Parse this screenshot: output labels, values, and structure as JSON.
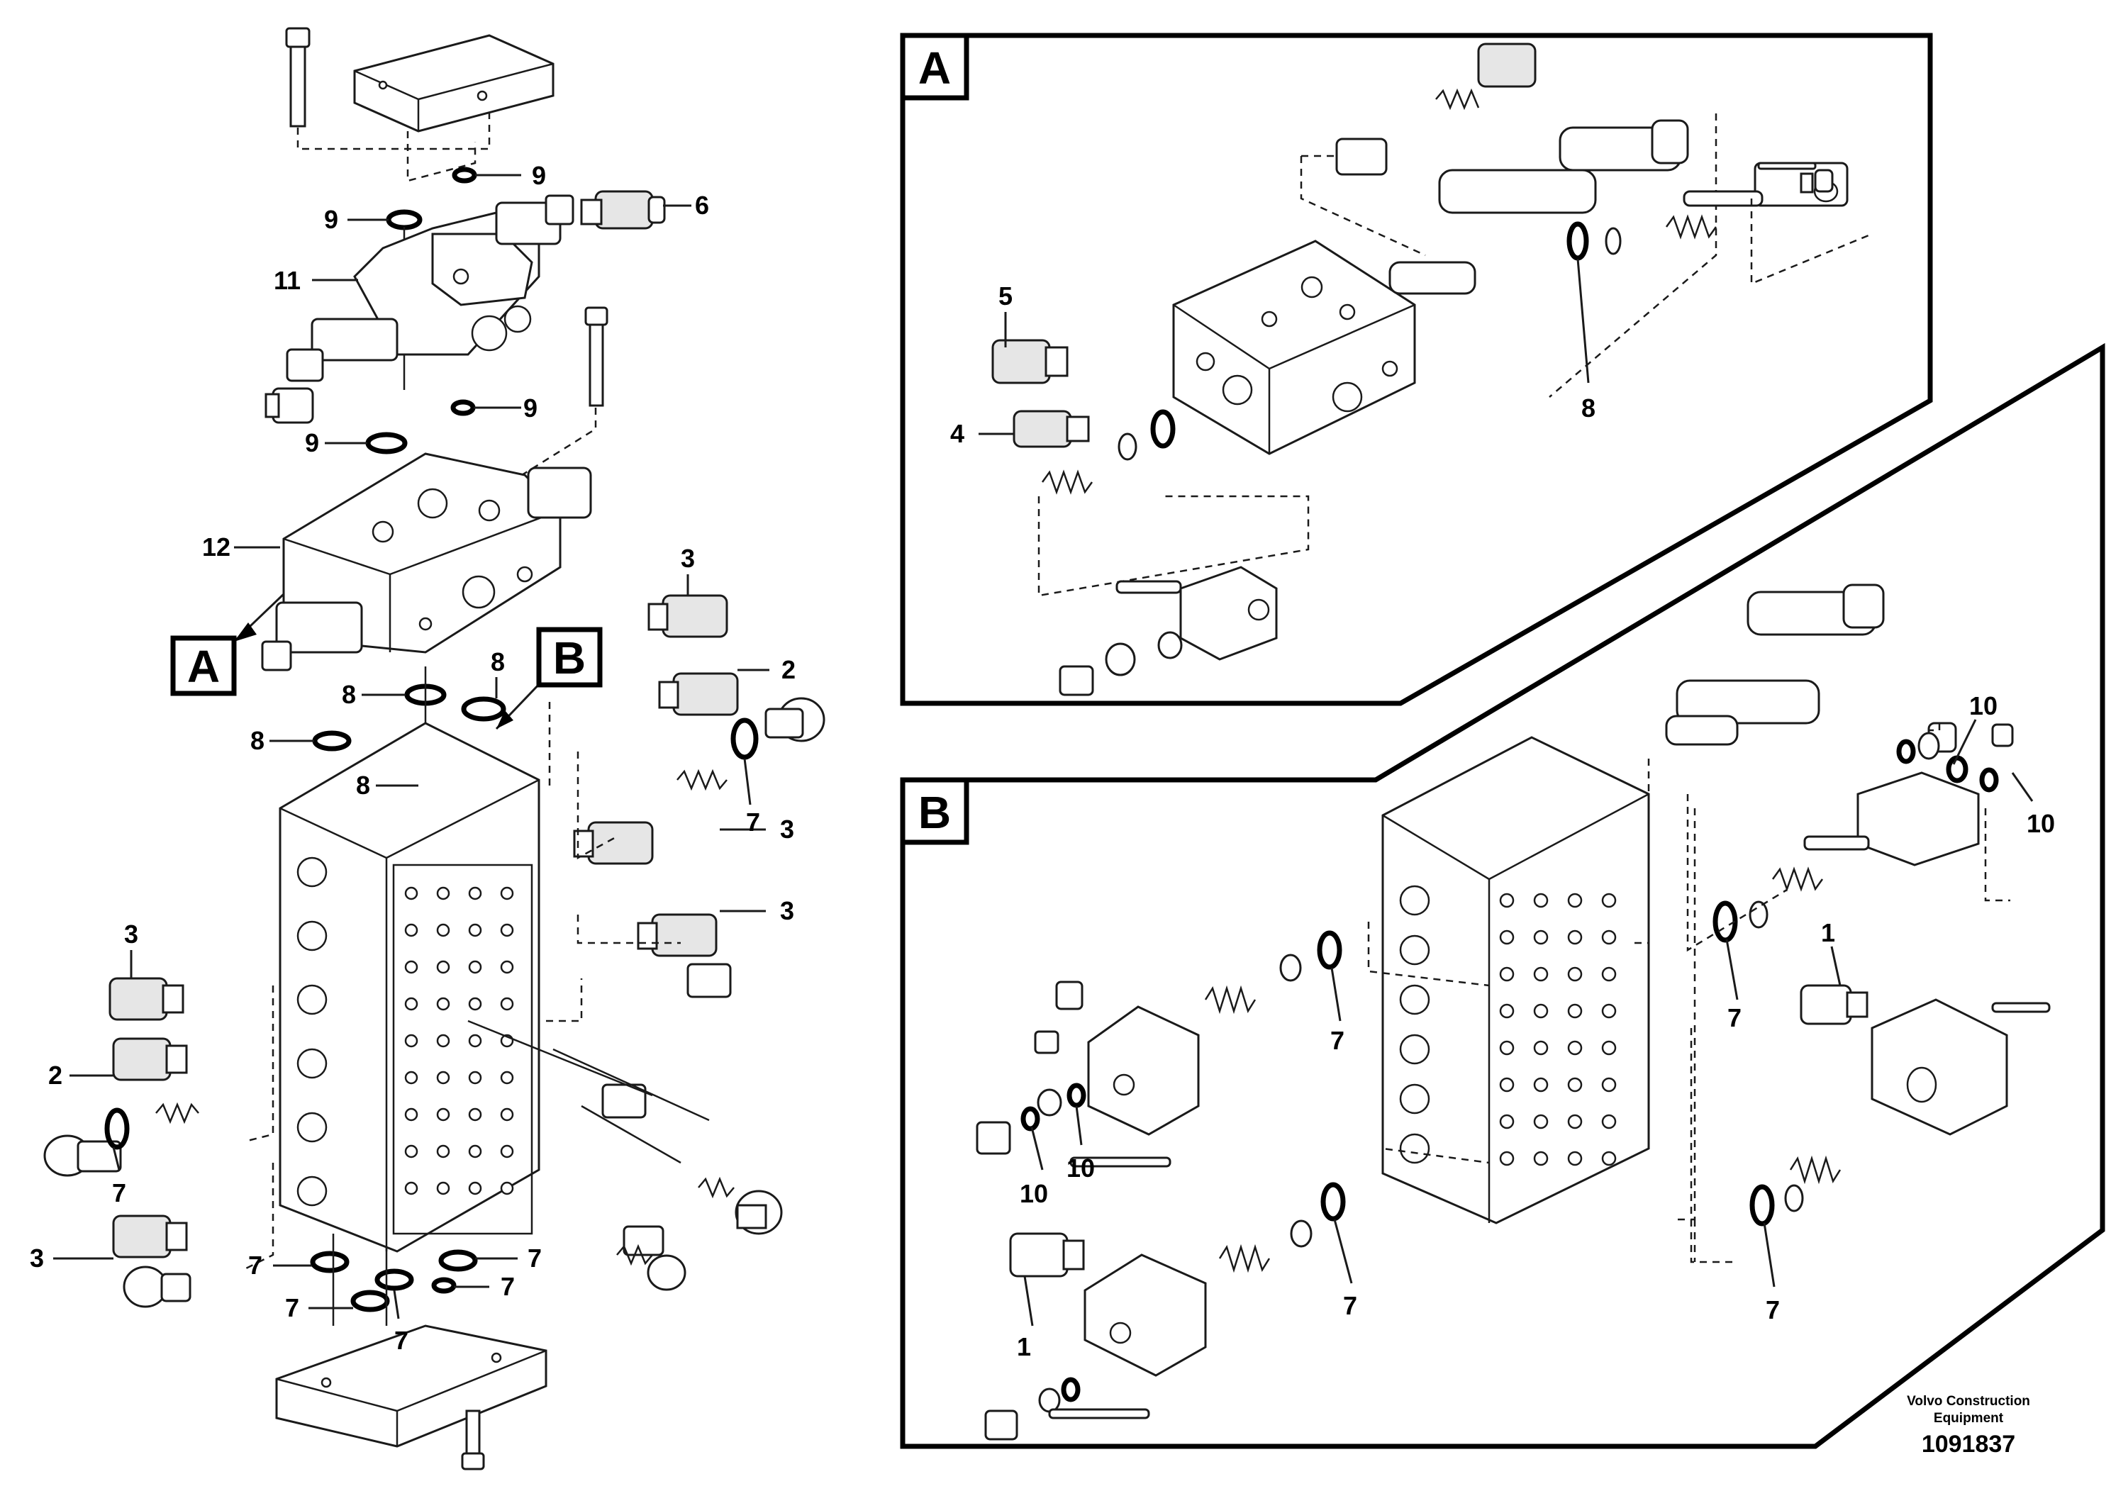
{
  "diagram": {
    "view_tags": [
      "A",
      "B",
      "A",
      "B"
    ],
    "callouts_main": [
      "9",
      "9",
      "6",
      "11",
      "9",
      "9",
      "12",
      "3",
      "2",
      "8",
      "8",
      "8",
      "8",
      "7",
      "3",
      "3",
      "3",
      "2",
      "7",
      "3",
      "7",
      "7",
      "7",
      "7",
      "7"
    ],
    "callouts_view_a": [
      "5",
      "4",
      "8"
    ],
    "callouts_view_b": [
      "10",
      "10",
      "1",
      "7",
      "7",
      "10",
      "10",
      "1",
      "7",
      "7"
    ]
  },
  "footer": {
    "maker_line1": "Volvo Construction",
    "maker_line2": "Equipment",
    "drawing_number": "1091837"
  }
}
